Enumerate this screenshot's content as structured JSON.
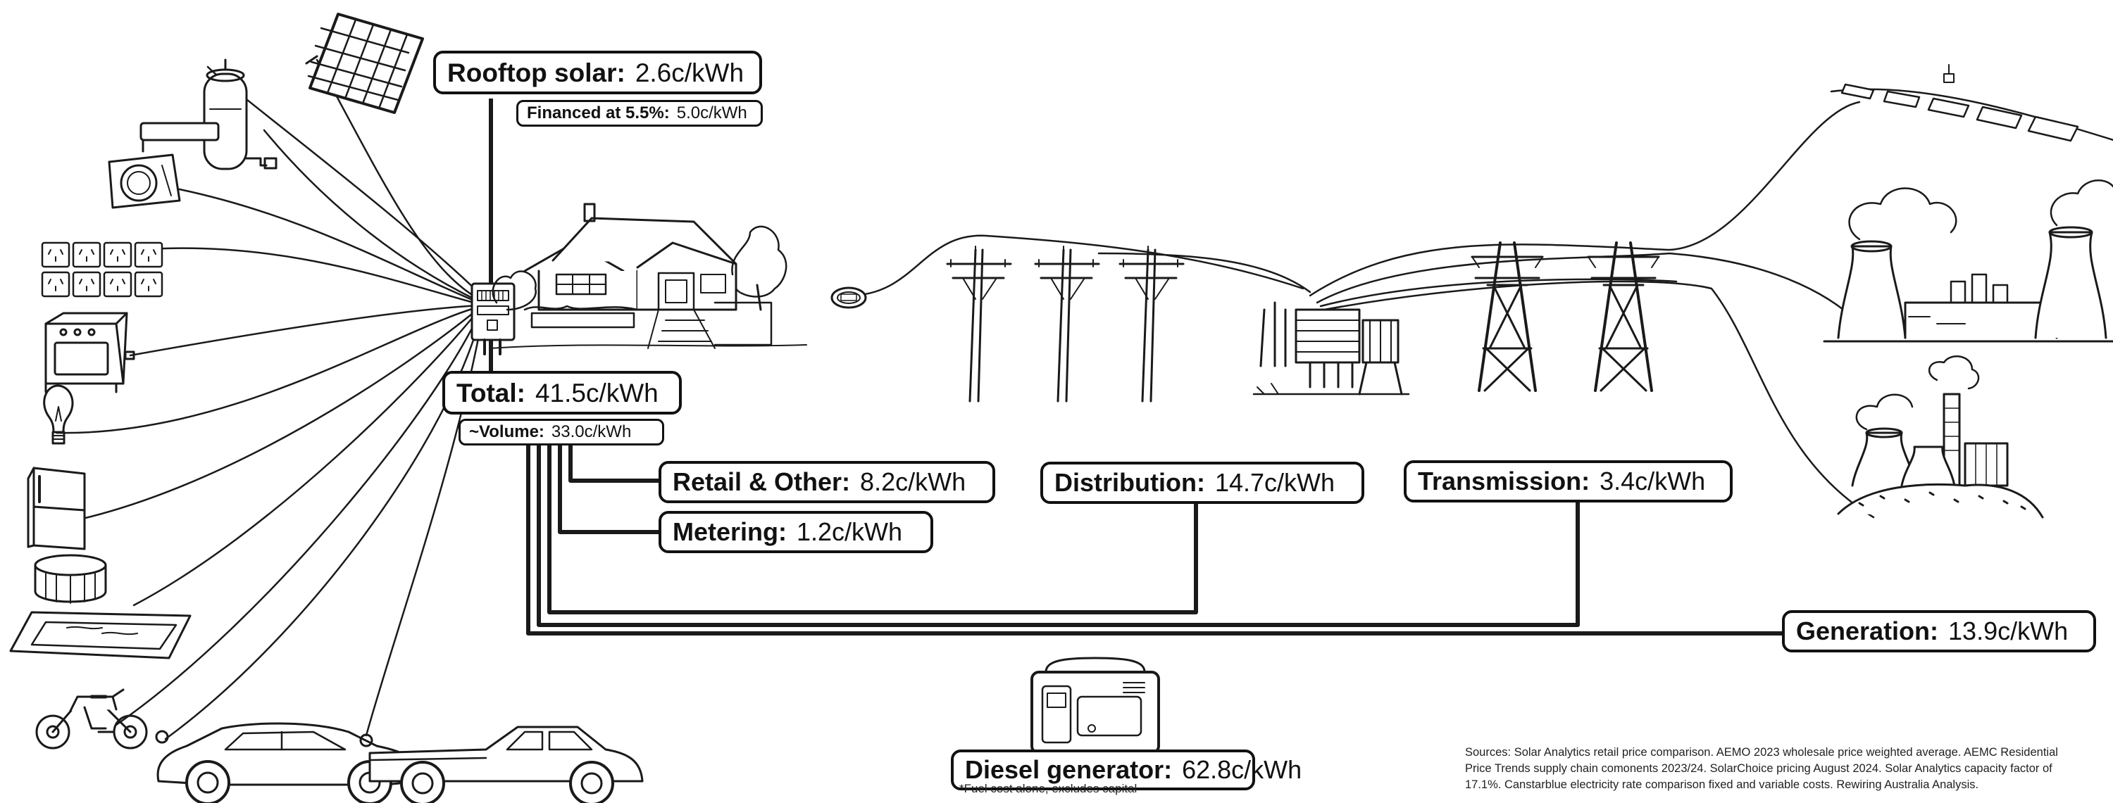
{
  "labels": {
    "rooftop_solar": {
      "label": "Rooftop solar:",
      "value": "2.6c/kWh"
    },
    "financed": {
      "label": "Financed at 5.5%:",
      "value": "5.0c/kWh"
    },
    "total": {
      "label": "Total:",
      "value": "41.5c/kWh"
    },
    "volume": {
      "label": "~Volume:",
      "value": "33.0c/kWh"
    },
    "retail": {
      "label": "Retail & Other:",
      "value": "8.2c/kWh"
    },
    "metering": {
      "label": "Metering:",
      "value": "1.2c/kWh"
    },
    "distribution": {
      "label": "Distribution:",
      "value": "14.7c/kWh"
    },
    "transmission": {
      "label": "Transmission:",
      "value": "3.4c/kWh"
    },
    "generation": {
      "label": "Generation:",
      "value": "13.9c/kWh"
    },
    "diesel": {
      "label": "Diesel generator:",
      "value": "62.8c/kWh"
    }
  },
  "footnote": "*Fuel cost alone, excludes capital",
  "sources": [
    "Sources: Solar Analytics retail price comparison. AEMO 2023 wholesale price weighted average. AEMC Residential",
    "Price Trends supply chain comonents 2023/24. SolarChoice pricing August 2024. Solar Analytics capacity factor of",
    "17.1%. Canstarblue electricity rate comparison fixed and variable costs. Rewiring Australia Analysis."
  ],
  "icons": [
    "solar-panel-icon",
    "hot-water-heat-pump-icon",
    "air-conditioner-icon",
    "power-outlets-icon",
    "electric-stove-icon",
    "light-bulb-icon",
    "fridge-icon",
    "spa-icon",
    "pool-icon",
    "electric-motorbike-icon",
    "electric-suv-icon",
    "electric-ute-icon",
    "switchboard-icon",
    "house-icon",
    "smart-meter-icon",
    "power-pole-icon",
    "substation-icon",
    "transmission-tower-icon",
    "solar-farm-icon",
    "power-station-icon",
    "coal-plant-icon",
    "diesel-generator-icon"
  ]
}
